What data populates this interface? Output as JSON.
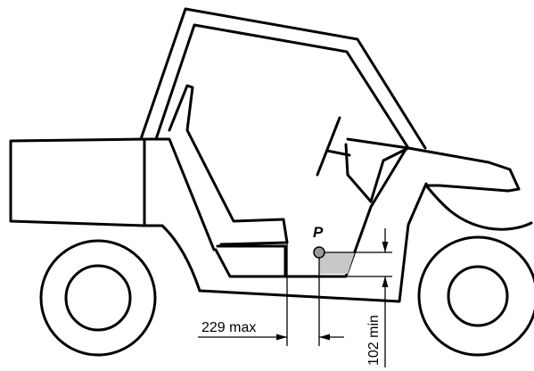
{
  "figure": {
    "point_label": "P",
    "horizontal_dimension": "229 max",
    "vertical_dimension": "102 min",
    "shaded_zone_color": "#c8c8c8",
    "point_color": "#9a9a9a"
  }
}
